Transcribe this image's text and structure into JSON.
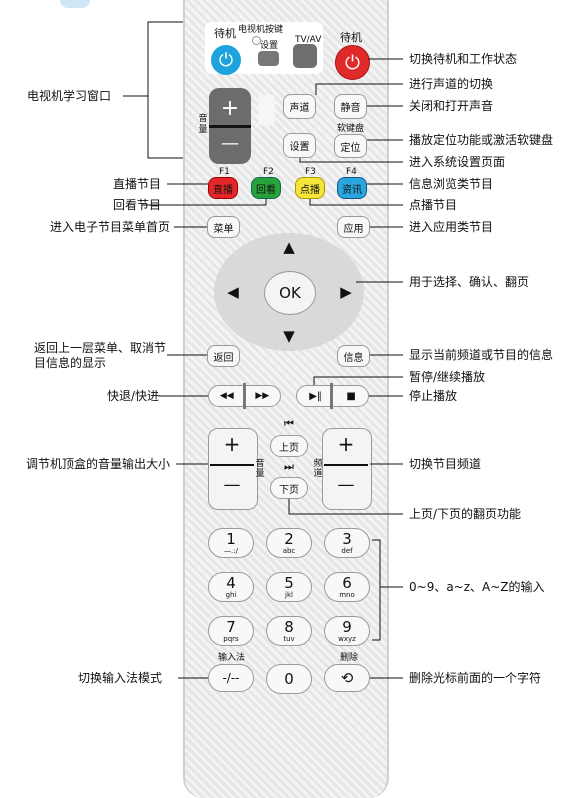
{
  "remote": {
    "tv_keys_label": "电视机按键",
    "standby_small": "待机",
    "setting_small": "设置",
    "tvav": "TV/AV",
    "standby_big": "待机",
    "volume_side": "音量",
    "vol_plus": "+",
    "vol_minus": "—",
    "sound_channel": "声道",
    "mute": "静音",
    "setup": "设置",
    "soft_kbd_label": "软键盘",
    "locate": "定位",
    "f1": "F1",
    "f2": "F2",
    "f3": "F3",
    "f4": "F4",
    "live": "直播",
    "replay": "回看",
    "vod": "点播",
    "info_news": "资讯",
    "menu": "菜单",
    "apps": "应用",
    "ok": "OK",
    "back": "返回",
    "info": "信息",
    "rew": "◀◀",
    "ff": "▶▶",
    "play_pause": "▶‖",
    "stop": "■",
    "plus": "+",
    "minus": "—",
    "vol_label": "音量",
    "ch_label": "频道",
    "prev_icon": "⏮",
    "page_up": "上页",
    "next_icon": "⏭",
    "page_down": "下页",
    "keys": [
      {
        "num": "1",
        "sub": "—.:/"
      },
      {
        "num": "2",
        "sub": "abc"
      },
      {
        "num": "3",
        "sub": "def"
      },
      {
        "num": "4",
        "sub": "ghi"
      },
      {
        "num": "5",
        "sub": "jkl"
      },
      {
        "num": "6",
        "sub": "mno"
      },
      {
        "num": "7",
        "sub": "pqrs"
      },
      {
        "num": "8",
        "sub": "tuv"
      },
      {
        "num": "9",
        "sub": "wxyz"
      }
    ],
    "input_method_label": "输入法",
    "input_method_key": "-/--",
    "zero": "0",
    "delete_label": "删除"
  },
  "annotations": {
    "tv_learning": "电视机学习窗口",
    "standby_toggle": "切换待机和工作状态",
    "sound_channel": "进行声道的切换",
    "mute": "关闭和打开声音",
    "locate": "播放定位功能或激活软键盘",
    "setup": "进入系统设置页面",
    "live": "直播节目",
    "info_news": "信息浏览类节目",
    "replay": "回看节目",
    "vod": "点播节目",
    "menu": "进入电子节目菜单首页",
    "apps": "进入应用类节目",
    "nav": "用于选择、确认、翻页",
    "back": "返回上一层菜单、取消节目信息的显示",
    "info": "显示当前频道或节目的信息",
    "pause": "暂停/继续播放",
    "rew_ff": "快退/快进",
    "stop": "停止播放",
    "volume": "调节机顶盒的音量输出大小",
    "channel": "切换节目频道",
    "paging": "上页/下页的翻页功能",
    "digits": "0~9、a~z、A~Z的输入",
    "input_method": "切换输入法模式",
    "delete": "删除光标前面的一个字符"
  },
  "colors": {
    "standby_blue": "#1fa3df",
    "standby_red": "#e02a2a",
    "live": "#e52628",
    "replay": "#27a33a",
    "vod": "#f5e43a",
    "info_news": "#29a6de"
  }
}
